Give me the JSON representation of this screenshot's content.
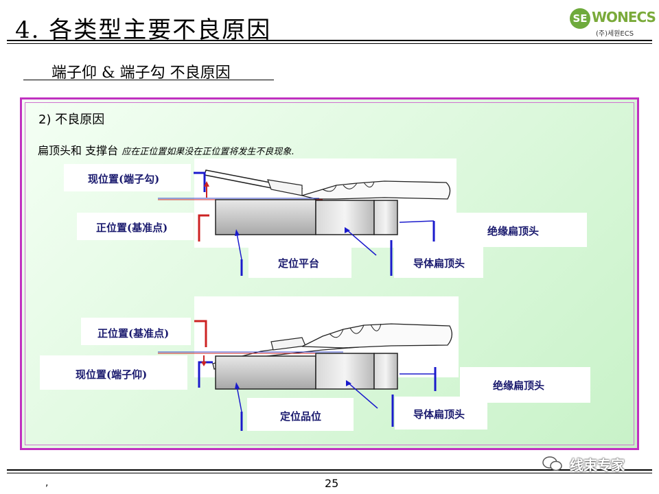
{
  "slide": {
    "title": "4. 各类型主要不良原因",
    "subtitle": "端子仰 & 端子勾 不良原因",
    "page_number": "25",
    "footer_mark": ","
  },
  "logo": {
    "mark": "SE",
    "name": "WONECS",
    "sub": "(주)세원ECS"
  },
  "section": {
    "heading": "2) 不良原因",
    "desc_main": "扁顶头和 支撑台",
    "desc_small": "应在正位置如果没在正位置将发生不良现象."
  },
  "diagram_top": {
    "label_current": "现位置(端子勾)",
    "label_correct": "正位置(基准点)",
    "label_platform": "定位平台",
    "label_conductor": "导体扁顶头",
    "label_insulation": "绝缘扁顶头"
  },
  "diagram_bottom": {
    "label_correct": "正位置(基准点)",
    "label_current": "现位置(端子仰)",
    "label_platform": "定位品位",
    "label_conductor": "导体扁顶头",
    "label_insulation": "绝缘扁顶头"
  },
  "watermark": {
    "text": "线束专家"
  },
  "colors": {
    "panel_border": "#c030c0",
    "label_text": "#1a1a6e",
    "arrow_blue": "#1a1acc",
    "arrow_red": "#dd1111"
  }
}
